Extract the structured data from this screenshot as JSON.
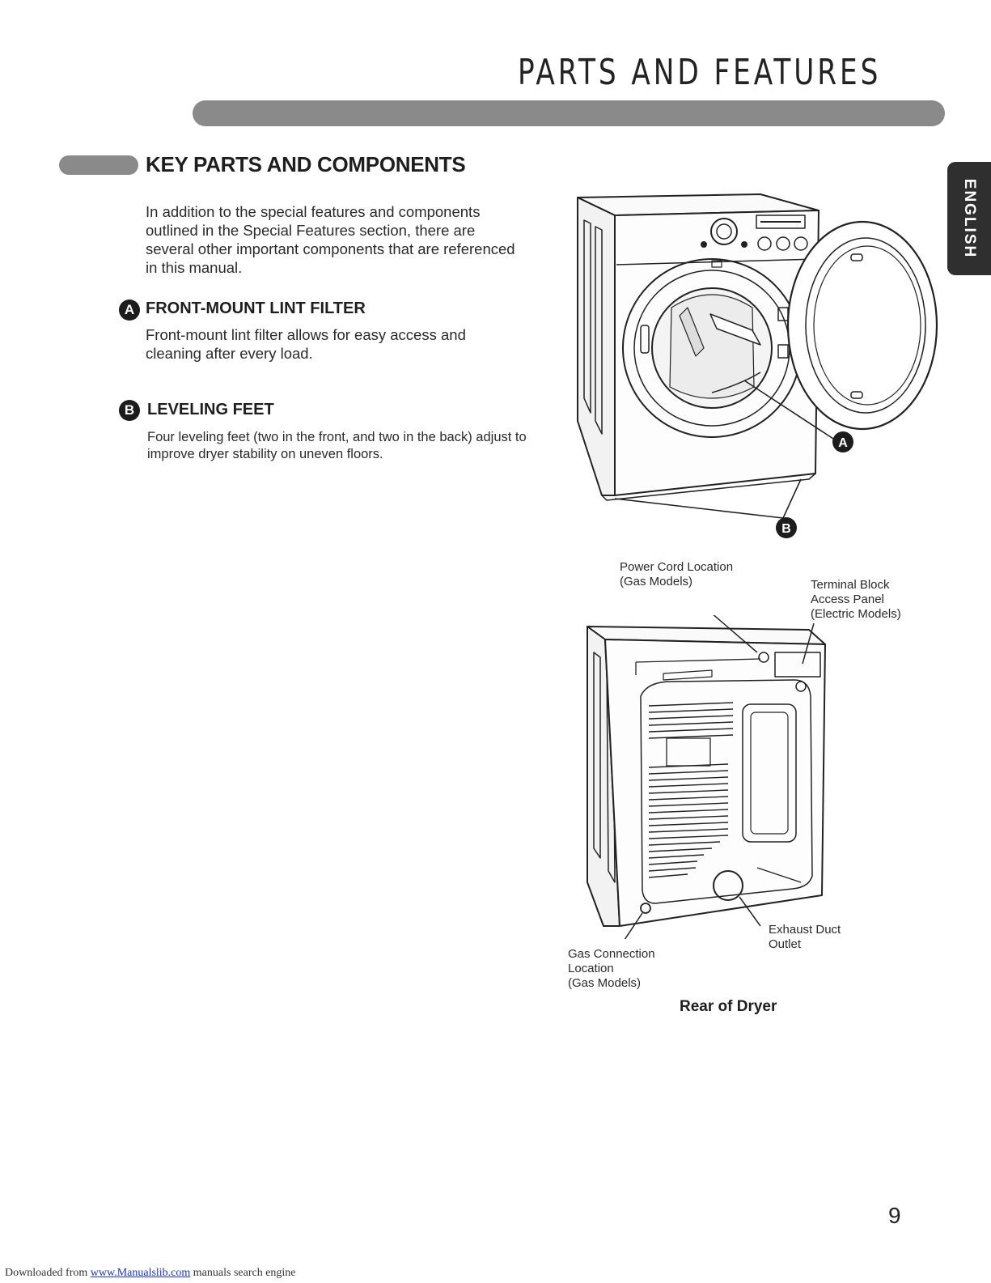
{
  "header": {
    "title": "PARTS AND FEATURES",
    "language_tab": "ENGLISH"
  },
  "section": {
    "title": "KEY PARTS AND COMPONENTS",
    "intro": "In addition to the special features and components outlined in the Special Features section, there are several other important components that are referenced in this manual."
  },
  "items": [
    {
      "badge": "A",
      "title": "FRONT-MOUNT LINT FILTER",
      "description": "Front-mount lint filter allows for easy access and cleaning after every load."
    },
    {
      "badge": "B",
      "title": "LEVELING FEET",
      "description": "Four leveling feet (two in the front, and two in the back) adjust to improve dryer stability on uneven floors."
    }
  ],
  "front_figure": {
    "markers": [
      "A",
      "B"
    ]
  },
  "rear_figure": {
    "callouts": {
      "power_cord": "Power Cord Location\n(Gas Models)",
      "terminal_block": "Terminal Block\nAccess Panel\n(Electric Models)",
      "exhaust": "Exhaust Duct\nOutlet",
      "gas_connection": "Gas Connection\nLocation\n(Gas Models)"
    },
    "caption": "Rear of Dryer"
  },
  "page_number": "9",
  "footer": {
    "prefix": "Downloaded from ",
    "link": "www.Manualslib.com",
    "suffix": " manuals search engine"
  }
}
